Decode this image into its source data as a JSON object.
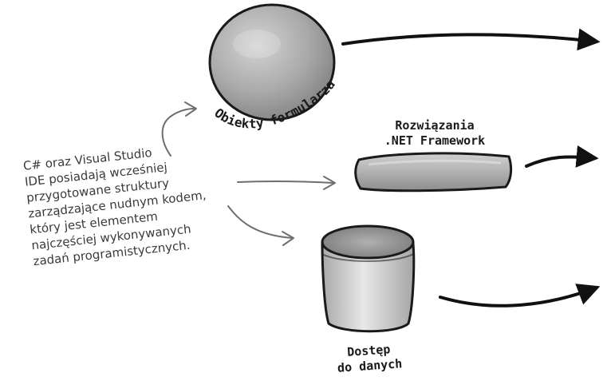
{
  "items": [
    {
      "name": "circle",
      "label": "Obiekty formularza"
    },
    {
      "name": "bar",
      "label_lines": [
        "Rozwiązania",
        ".NET Framework"
      ]
    },
    {
      "name": "cylinder",
      "label_lines": [
        "Dostęp",
        "do danych"
      ]
    }
  ],
  "note": {
    "lines": [
      "C# oraz Visual Studio",
      "IDE posiadają wcześniej",
      "przygotowane struktury",
      "zarządzające nudnym kodem,",
      "który jest elementem",
      "najczęściej wykonywanych",
      "zadań programistycznych."
    ]
  }
}
